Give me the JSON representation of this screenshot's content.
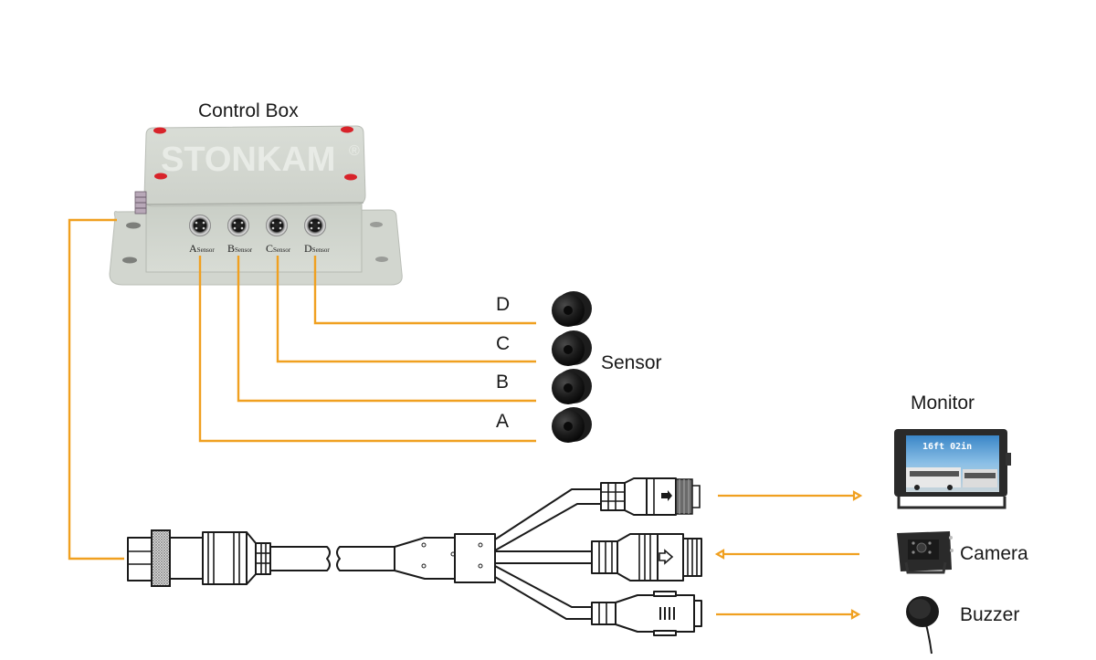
{
  "diagram": {
    "control_box": {
      "title": "Control Box",
      "brand": "STONKAM",
      "brand_mark": "®",
      "ports": [
        {
          "letter": "A",
          "suffix": "Sensor"
        },
        {
          "letter": "B",
          "suffix": "Sensor"
        },
        {
          "letter": "C",
          "suffix": "Sensor"
        },
        {
          "letter": "D",
          "suffix": "Sensor"
        }
      ]
    },
    "sensors": {
      "group_label": "Sensor",
      "channels": [
        "D",
        "C",
        "B",
        "A"
      ]
    },
    "devices": {
      "monitor": {
        "label": "Monitor",
        "screen_text": "16ft  02in"
      },
      "camera": {
        "label": "Camera"
      },
      "buzzer": {
        "label": "Buzzer"
      }
    },
    "colors": {
      "wire": "#f0a020",
      "box": "#d5d9d2",
      "cap": "#d8232a",
      "outline": "#1a1a1a"
    }
  }
}
